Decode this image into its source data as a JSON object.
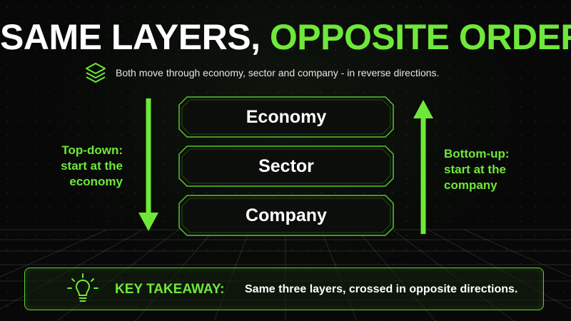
{
  "title": {
    "part1": "SAME LAYERS,",
    "part2": "OPPOSITE ORDER"
  },
  "subtitle": "Both move through economy, sector and company - in reverse directions.",
  "layers": [
    {
      "label": "Economy"
    },
    {
      "label": "Sector"
    },
    {
      "label": "Company"
    }
  ],
  "left_label": {
    "line1": "Top-down:",
    "line2": "start at the",
    "line3": "economy"
  },
  "right_label": {
    "line1": "Bottom-up:",
    "line2": "start at the",
    "line3": "company"
  },
  "takeaway": {
    "key": "KEY TAKEAWAY:",
    "message": "Same three layers, crossed in opposite directions."
  },
  "colors": {
    "accent": "#6fe83a",
    "background": "#070807",
    "text": "#ffffff"
  },
  "icons": {
    "subtitle": "layers-icon",
    "takeaway": "lightbulb-icon"
  }
}
